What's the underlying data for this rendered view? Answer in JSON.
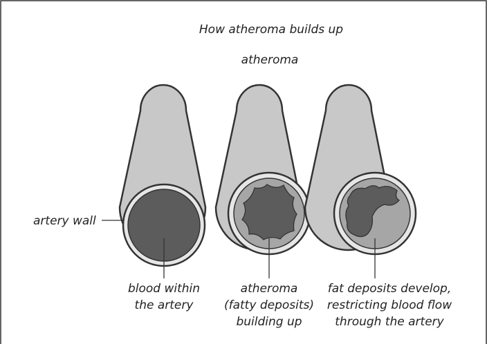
{
  "title": "How atheroma builds up",
  "top_label": "atheroma",
  "artery_wall_label": "artery wall",
  "captions": [
    {
      "lines": [
        "blood within",
        "the artery"
      ]
    },
    {
      "lines": [
        "atheroma",
        "(fatty deposits)",
        "building up"
      ]
    },
    {
      "lines": [
        "fat deposits develop,",
        "restricting blood flow",
        "through the artery"
      ]
    }
  ],
  "colors": {
    "tube_body": "#c8c8c8",
    "tube_outline": "#333333",
    "wall_ring": "#e6e6e6",
    "atheroma_fill": "#a6a6a6",
    "blood": "#5c5c5c"
  }
}
